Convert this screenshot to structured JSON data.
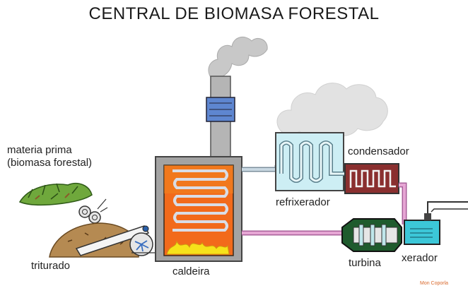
{
  "title": "CENTRAL DE BIOMASA FORESTAL",
  "labels": {
    "materia_prima": "materia prima",
    "biomasa_forestal": "(biomasa forestal)",
    "triturado": "triturado",
    "caldeira": "caldeira",
    "refrixerador": "refrixerador",
    "condensador": "condensador",
    "turbina": "turbina",
    "xerador": "xerador"
  },
  "credit": "Mon Coporla",
  "colors": {
    "boiler_fire": "#f26a1b",
    "boiler_shell": "#a3a3a3",
    "chimney_band": "#5e86d0",
    "cooler_water": "#cdeef4",
    "condenser": "#8a2f2f",
    "turbine": "#1f5b2d",
    "generator": "#3cc7d8",
    "steam_pipe": "#c9d8e2",
    "condensate_pipe": "#e6a6d4",
    "smoke": "#c8c8c8"
  }
}
